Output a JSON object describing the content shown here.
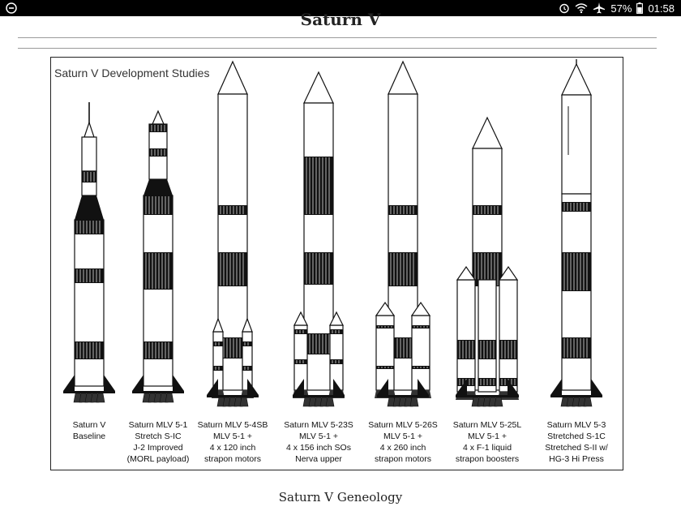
{
  "status_bar": {
    "battery_percent": "57%",
    "time": "01:58",
    "icons": [
      "app-notification-icon",
      "alarm-icon",
      "wifi-icon",
      "airplane-mode-icon",
      "battery-icon"
    ]
  },
  "page": {
    "title": "Saturn V",
    "caption": "Saturn V Geneology"
  },
  "figure": {
    "title": "Saturn V Development Studies",
    "rockets": [
      {
        "lines": [
          "Saturn V",
          "Baseline"
        ]
      },
      {
        "lines": [
          "Saturn MLV 5-1",
          "Stretch S-IC",
          "J-2 Improved",
          "(MORL payload)"
        ]
      },
      {
        "lines": [
          "Saturn MLV 5-4SB",
          "MLV 5-1 +",
          "4 x 120 inch",
          "strapon motors"
        ]
      },
      {
        "lines": [
          "Saturn MLV 5-23S",
          "MLV 5-1 +",
          "4 x 156 inch SOs",
          "Nerva upper"
        ]
      },
      {
        "lines": [
          "Saturn MLV 5-26S",
          "MLV 5-1 +",
          "4 x 260 inch",
          "strapon motors"
        ]
      },
      {
        "lines": [
          "Saturn MLV 5-25L",
          "MLV 5-1 +",
          "4 x F-1 liquid",
          "strapon boosters"
        ]
      },
      {
        "lines": [
          "Saturn MLV 5-3",
          "Stretched S-1C",
          "Stretched S-II w/",
          "HG-3 Hi Press"
        ]
      }
    ]
  }
}
